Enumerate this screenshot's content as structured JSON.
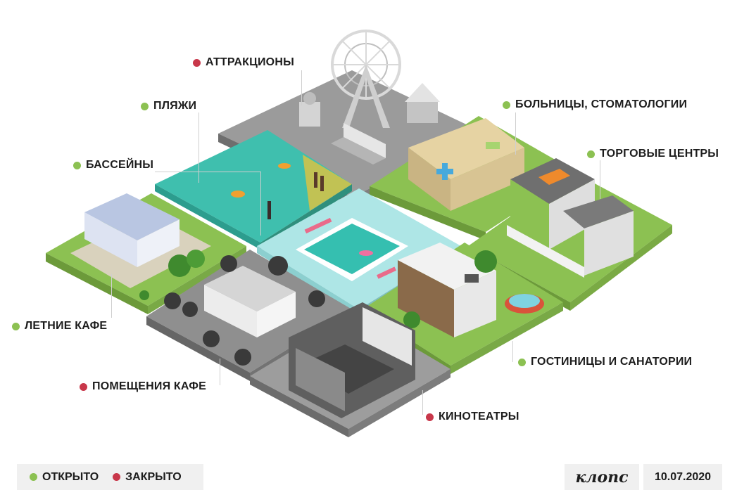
{
  "colors": {
    "open": "#8cc152",
    "closed": "#c8374a",
    "leader": "#cfcfcf"
  },
  "legend": {
    "open_label": "ОТКРЫТО",
    "closed_label": "ЗАКРЫТО"
  },
  "footer": {
    "brand": "клопс",
    "date": "10.07.2020"
  },
  "categories": {
    "attractions": {
      "label": "АТТРАКЦИОНЫ",
      "status": "closed"
    },
    "beaches": {
      "label": "ПЛЯЖИ",
      "status": "open"
    },
    "hospitals": {
      "label": "БОЛЬНИЦЫ, СТОМАТОЛОГИИ",
      "status": "open"
    },
    "malls": {
      "label": "ТОРГОВЫЕ ЦЕНТРЫ",
      "status": "open"
    },
    "pools": {
      "label": "БАССЕЙНЫ",
      "status": "open"
    },
    "summer_cafes": {
      "label": "ЛЕТНИЕ КАФЕ",
      "status": "open"
    },
    "hotels": {
      "label": "ГОСТИНИЦЫ И САНАТОРИИ",
      "status": "open"
    },
    "indoor_cafes": {
      "label": "ПОМЕЩЕНИЯ КАФЕ",
      "status": "closed"
    },
    "cinemas": {
      "label": "КИНОТЕАТРЫ",
      "status": "closed"
    }
  }
}
